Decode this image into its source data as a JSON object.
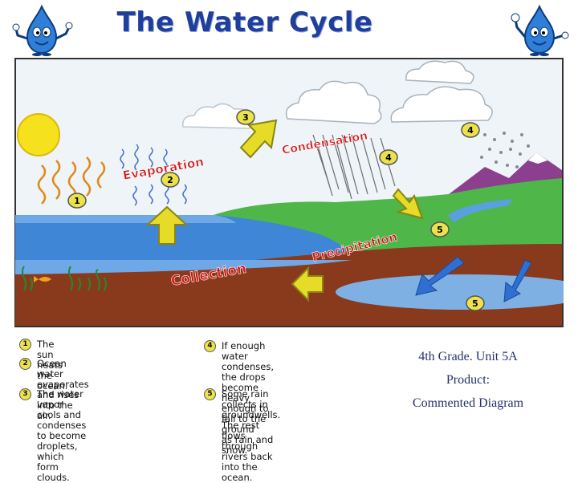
{
  "title": "The Water Cycle",
  "labels": {
    "evaporation": "Evaporation",
    "condensation": "Condensation",
    "precipitation": "Precipitation",
    "collection": "Collection"
  },
  "markers": [
    "1",
    "2",
    "3",
    "4",
    "4",
    "5",
    "5"
  ],
  "legend": [
    {
      "num": "1",
      "text": "The sun heats the ocean."
    },
    {
      "num": "2",
      "text": "Ocean water evaporates\nand rises into the air."
    },
    {
      "num": "3",
      "text": "The water vapor cools and\ncondenses to become\ndroplets, which form clouds."
    },
    {
      "num": "4",
      "text": "If enough water condenses,\nthe drops become heavy\nenough to fall to the ground\nas rain and snow."
    },
    {
      "num": "5",
      "text": "Some rain collects in\ngroundwells. The rest flows\nthrough rivers back into the\nocean."
    }
  ],
  "caption": {
    "line1": "4th Grade. Unit 5A",
    "line2": "Product:",
    "line3": "Commented Diagram"
  },
  "colors": {
    "title": "#1f3f9a",
    "label_red": "#d41818",
    "marker_yellow": "#ece24a",
    "arrow_yellow": "#e6dc28",
    "ocean": "#3f86d6",
    "soil": "#8a3a1c",
    "grass": "#4fb64a",
    "mountain": "#8c3f8f",
    "sky": "#eef4f8"
  },
  "icons": [
    "water-drop-mascot-icon",
    "sun-icon",
    "cloud-icon",
    "rain-icon",
    "snow-icon",
    "arrow-icon",
    "fish-icon",
    "seaweed-icon"
  ]
}
